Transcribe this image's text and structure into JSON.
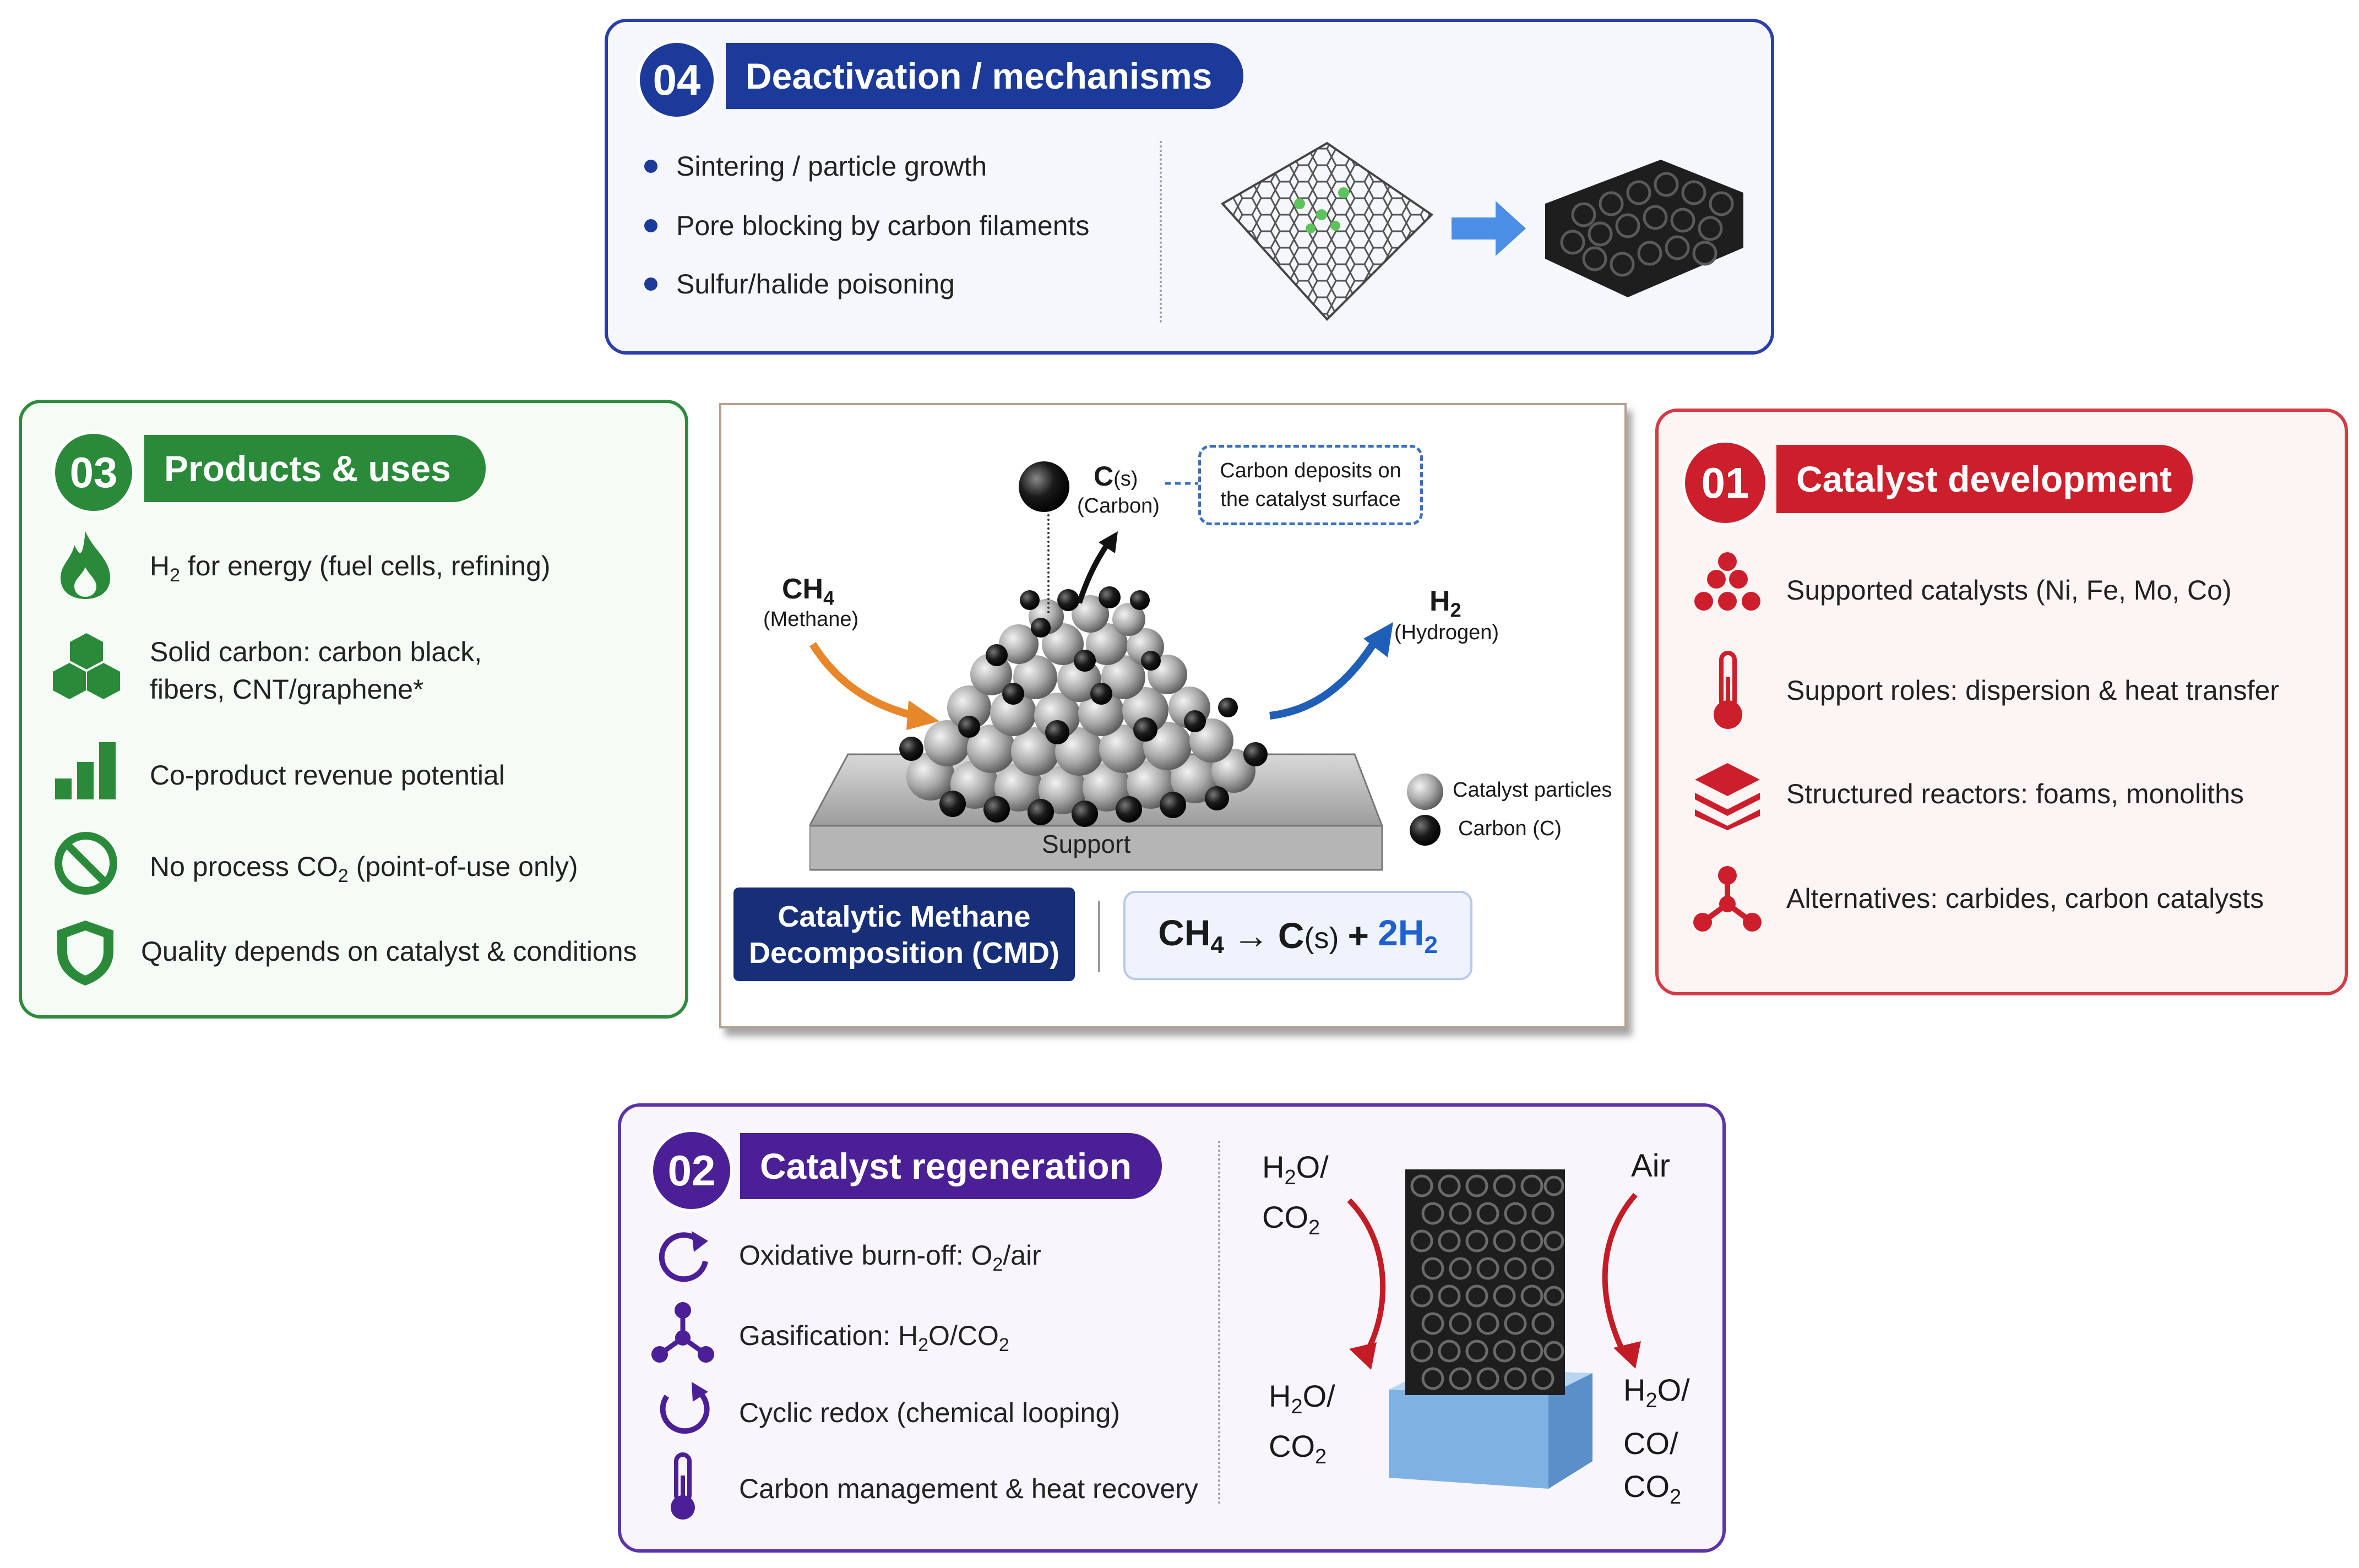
{
  "deactivation": {
    "number": "04",
    "title": "Deactivation / mechanisms",
    "items": [
      "Sintering / particle growth",
      "Pore blocking by carbon filaments",
      "Sulfur/halide poisoning"
    ],
    "color": "#1b3a9a"
  },
  "products": {
    "number": "03",
    "title": "Products & uses",
    "color": "#2a8a3a",
    "items": [
      {
        "pre": "H",
        "sub": "2",
        "post": " for energy (fuel cells, refining)",
        "icon": "flame-icon"
      },
      {
        "line1": "Solid carbon: carbon black,",
        "line2": "fibers, CNT/graphene*",
        "icon": "hexagon-cluster-icon"
      },
      {
        "text": "Co-product revenue potential",
        "icon": "bar-chart-icon"
      },
      {
        "pre": "No process CO",
        "sub": "2",
        "post": " (point-of-use only)",
        "icon": "prohibited-icon"
      },
      {
        "text": "Quality depends on catalyst & conditions",
        "icon": "shield-icon"
      }
    ]
  },
  "catalyst_dev": {
    "number": "01",
    "title": "Catalyst development",
    "color": "#cc1f2b",
    "items": [
      {
        "text": "Supported catalysts (Ni, Fe, Mo, Co)",
        "icon": "spheres-icon"
      },
      {
        "text": "Support roles: dispersion & heat transfer",
        "icon": "thermometer-icon"
      },
      {
        "text": "Structured reactors: foams, monoliths",
        "icon": "layers-icon"
      },
      {
        "text": "Alternatives: carbides, carbon catalysts",
        "icon": "molecule-icon"
      }
    ]
  },
  "regeneration": {
    "number": "02",
    "title": "Catalyst regeneration",
    "color": "#4b1f95",
    "items": [
      {
        "pre": "Oxidative burn-off: O",
        "sub": "2",
        "post": "/air",
        "icon": "refresh-icon"
      },
      {
        "pre": "Gasification: H",
        "sub": "2",
        "mid": "O/CO",
        "sub2": "2",
        "icon": "molecule-icon"
      },
      {
        "text": "Cyclic redox (chemical looping)",
        "icon": "cycle-arrow-icon"
      },
      {
        "text": "Carbon management & heat recovery",
        "icon": "thermometer-icon"
      }
    ],
    "labels": {
      "in_left_1": "H",
      "in_left_1b": "O/",
      "in_left_2": "CO",
      "sub": "2",
      "air": "Air",
      "out_left_1": "H",
      "out_left_1b": "O/",
      "out_left_2": "CO",
      "out_right_1": "H",
      "out_right_1b": "O/",
      "out_right_2": "CO/",
      "out_right_3": "CO"
    }
  },
  "center": {
    "carbon_label": "C",
    "carbon_sub": "(s)",
    "carbon_name": "(Carbon)",
    "callout_line1": "Carbon deposits on",
    "callout_line2": "the catalyst surface",
    "ch4": "CH",
    "ch4_sub": "4",
    "methane": "(Methane)",
    "h2": "H",
    "h2_sub": "2",
    "hydrogen": "(Hydrogen)",
    "support": "Support",
    "legend_particles": "Catalyst particles",
    "legend_carbon": "Carbon (C)",
    "cmd_line1": "Catalytic Methane",
    "cmd_line2": "Decomposition (CMD)",
    "eq_ch": "CH",
    "eq_4": "4",
    "eq_arrow": "→",
    "eq_c": "C",
    "eq_s": "(s)",
    "eq_plus": "+",
    "eq_2h": "2H",
    "eq_2": "2"
  }
}
